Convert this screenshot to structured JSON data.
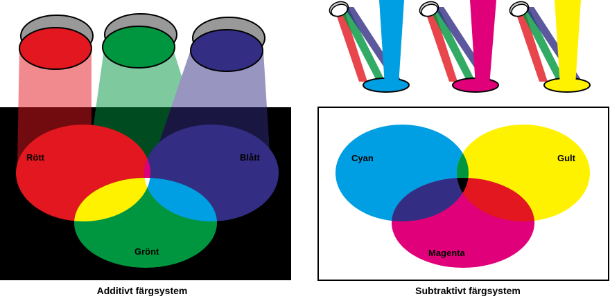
{
  "additive": {
    "caption": "Additivt färgsystem",
    "labels": {
      "red": "Rött",
      "blue": "Blått",
      "green": "Grönt"
    },
    "colors": {
      "red": "#e2171f",
      "green": "#00963f",
      "blue": "#332e84",
      "yellow": "#fff200",
      "magenta": "#e0007a",
      "cyan": "#009fe3",
      "white": "#ffffff",
      "background": "#000000"
    }
  },
  "subtractive": {
    "caption": "Subtraktivt färgsystem",
    "labels": {
      "cyan": "Cyan",
      "yellow": "Gult",
      "magenta": "Magenta"
    },
    "colors": {
      "cyan": "#009fe3",
      "yellow": "#fff200",
      "magenta": "#e0007a",
      "green": "#00963f",
      "red": "#e2171f",
      "blue": "#332e84",
      "black": "#000000"
    },
    "filters": [
      {
        "name": "cyan-filter",
        "color": "#009fe3"
      },
      {
        "name": "magenta-filter",
        "color": "#e0007a"
      },
      {
        "name": "yellow-filter",
        "color": "#fff200"
      }
    ]
  }
}
